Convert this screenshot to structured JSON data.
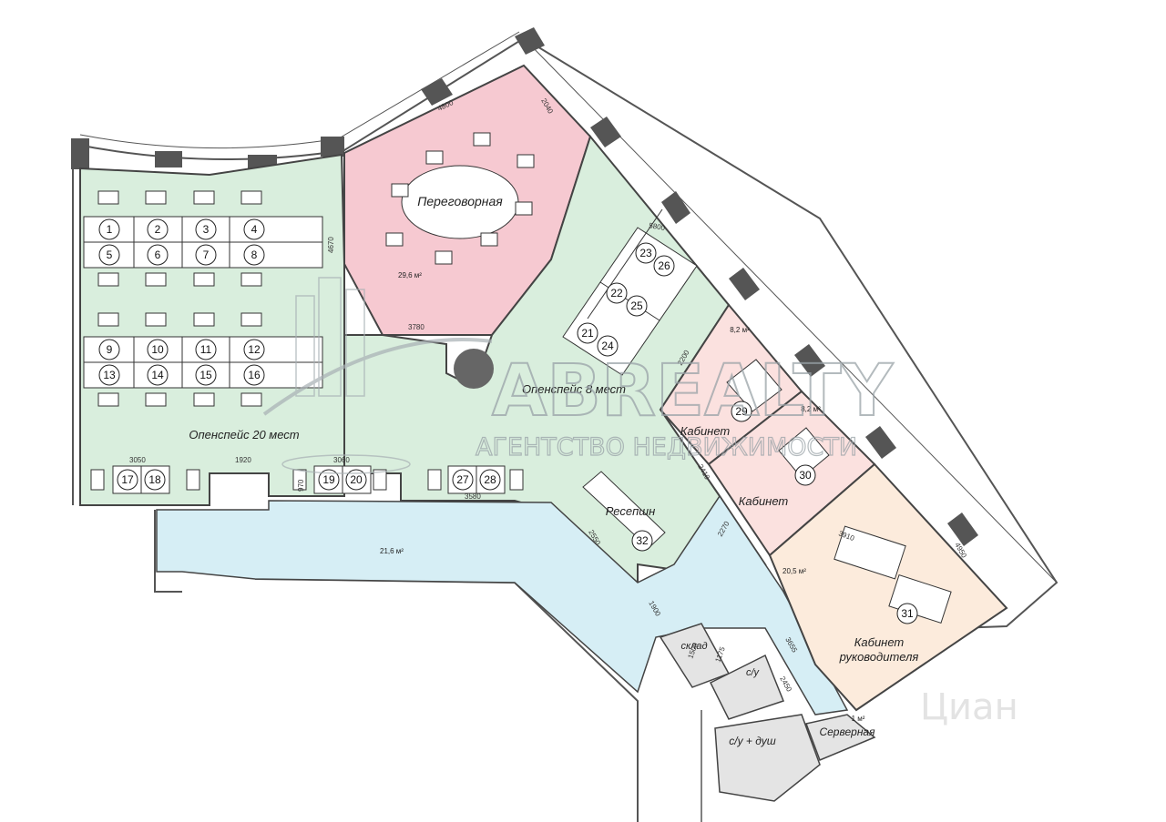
{
  "rooms": {
    "openspace_20": {
      "label": "Опенспейс 20 мест"
    },
    "meeting": {
      "label": "Переговорная",
      "area": "29,6 м²"
    },
    "openspace_8": {
      "label": "Опенспейс 8 мест"
    },
    "reception": {
      "label": "Ресепшн"
    },
    "corridor": {
      "area": "21,6 м²"
    },
    "office_29": {
      "label": "Кабинет",
      "area": "8,2 м²"
    },
    "office_30": {
      "label": "Кабинет",
      "area": "8,2 м²"
    },
    "director": {
      "label_line1": "Кабинет",
      "label_line2": "руководителя",
      "area": "20,5 м²"
    },
    "storage": {
      "label": "склад"
    },
    "wc": {
      "label": "с/у"
    },
    "wc_shower": {
      "label": "с/у + душ"
    },
    "server": {
      "label": "Серверная",
      "area": "1 м²"
    }
  },
  "workplaces_left": [
    "1",
    "2",
    "3",
    "4",
    "5",
    "6",
    "7",
    "8",
    "9",
    "10",
    "11",
    "12",
    "13",
    "14",
    "15",
    "16"
  ],
  "workplaces_bottom": [
    "17",
    "18",
    "19",
    "20",
    "27",
    "28"
  ],
  "workplaces_diag": [
    "21",
    "22",
    "23",
    "24",
    "25",
    "26"
  ],
  "workplace_reception": "32",
  "workplace_29": "29",
  "workplace_30": "30",
  "workplace_31": "31",
  "dimensions": {
    "d4670": "4670",
    "d4800": "4800",
    "d2040": "2040",
    "d3780": "3780",
    "d3050": "3050",
    "d1920": "1920",
    "d3060": "3060",
    "d3580": "3580",
    "d970": "970",
    "d5800": "5800",
    "d2200": "2200",
    "d2410": "2410",
    "d2270": "2270",
    "d2550": "2550",
    "d1900": "1900",
    "d3910": "3910",
    "d4950": "4950",
    "d3655": "3655",
    "d2450": "2450",
    "d1175": "1175",
    "d1500": "1500"
  },
  "watermark": {
    "brand": "ABREALTY",
    "tagline": "АГЕНТСТВО НЕДВИЖИМОСТИ",
    "cian": "Циан"
  },
  "colors": {
    "openspace": "#d9eedd",
    "meeting": "#f6c9d1",
    "corridor": "#d6eef5",
    "offices": "#fbe1df",
    "director": "#fcebdc",
    "service": "#e4e4e4",
    "wall": "#444444"
  }
}
